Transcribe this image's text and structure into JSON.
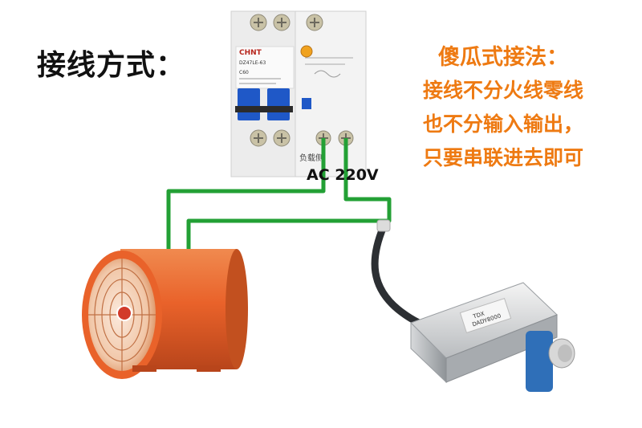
{
  "title": "接线方式：",
  "note": {
    "heading": "傻瓜式接法：",
    "lines": [
      "接线不分火线零线",
      "也不分输入输出，",
      "只要串联进去即可"
    ]
  },
  "voltage_label": "AC 220V",
  "breaker": {
    "brand": "CHNT",
    "model": "DZ47LE-63",
    "rating": "C60",
    "load_label": "负载侧"
  },
  "controller": {
    "brand": "TDX",
    "model": "DADY8000"
  },
  "colors": {
    "wire": "#23a035",
    "fan_orange": "#e9622a",
    "note_orange": "#ee7a12",
    "breaker_blue": "#1f58c7"
  }
}
